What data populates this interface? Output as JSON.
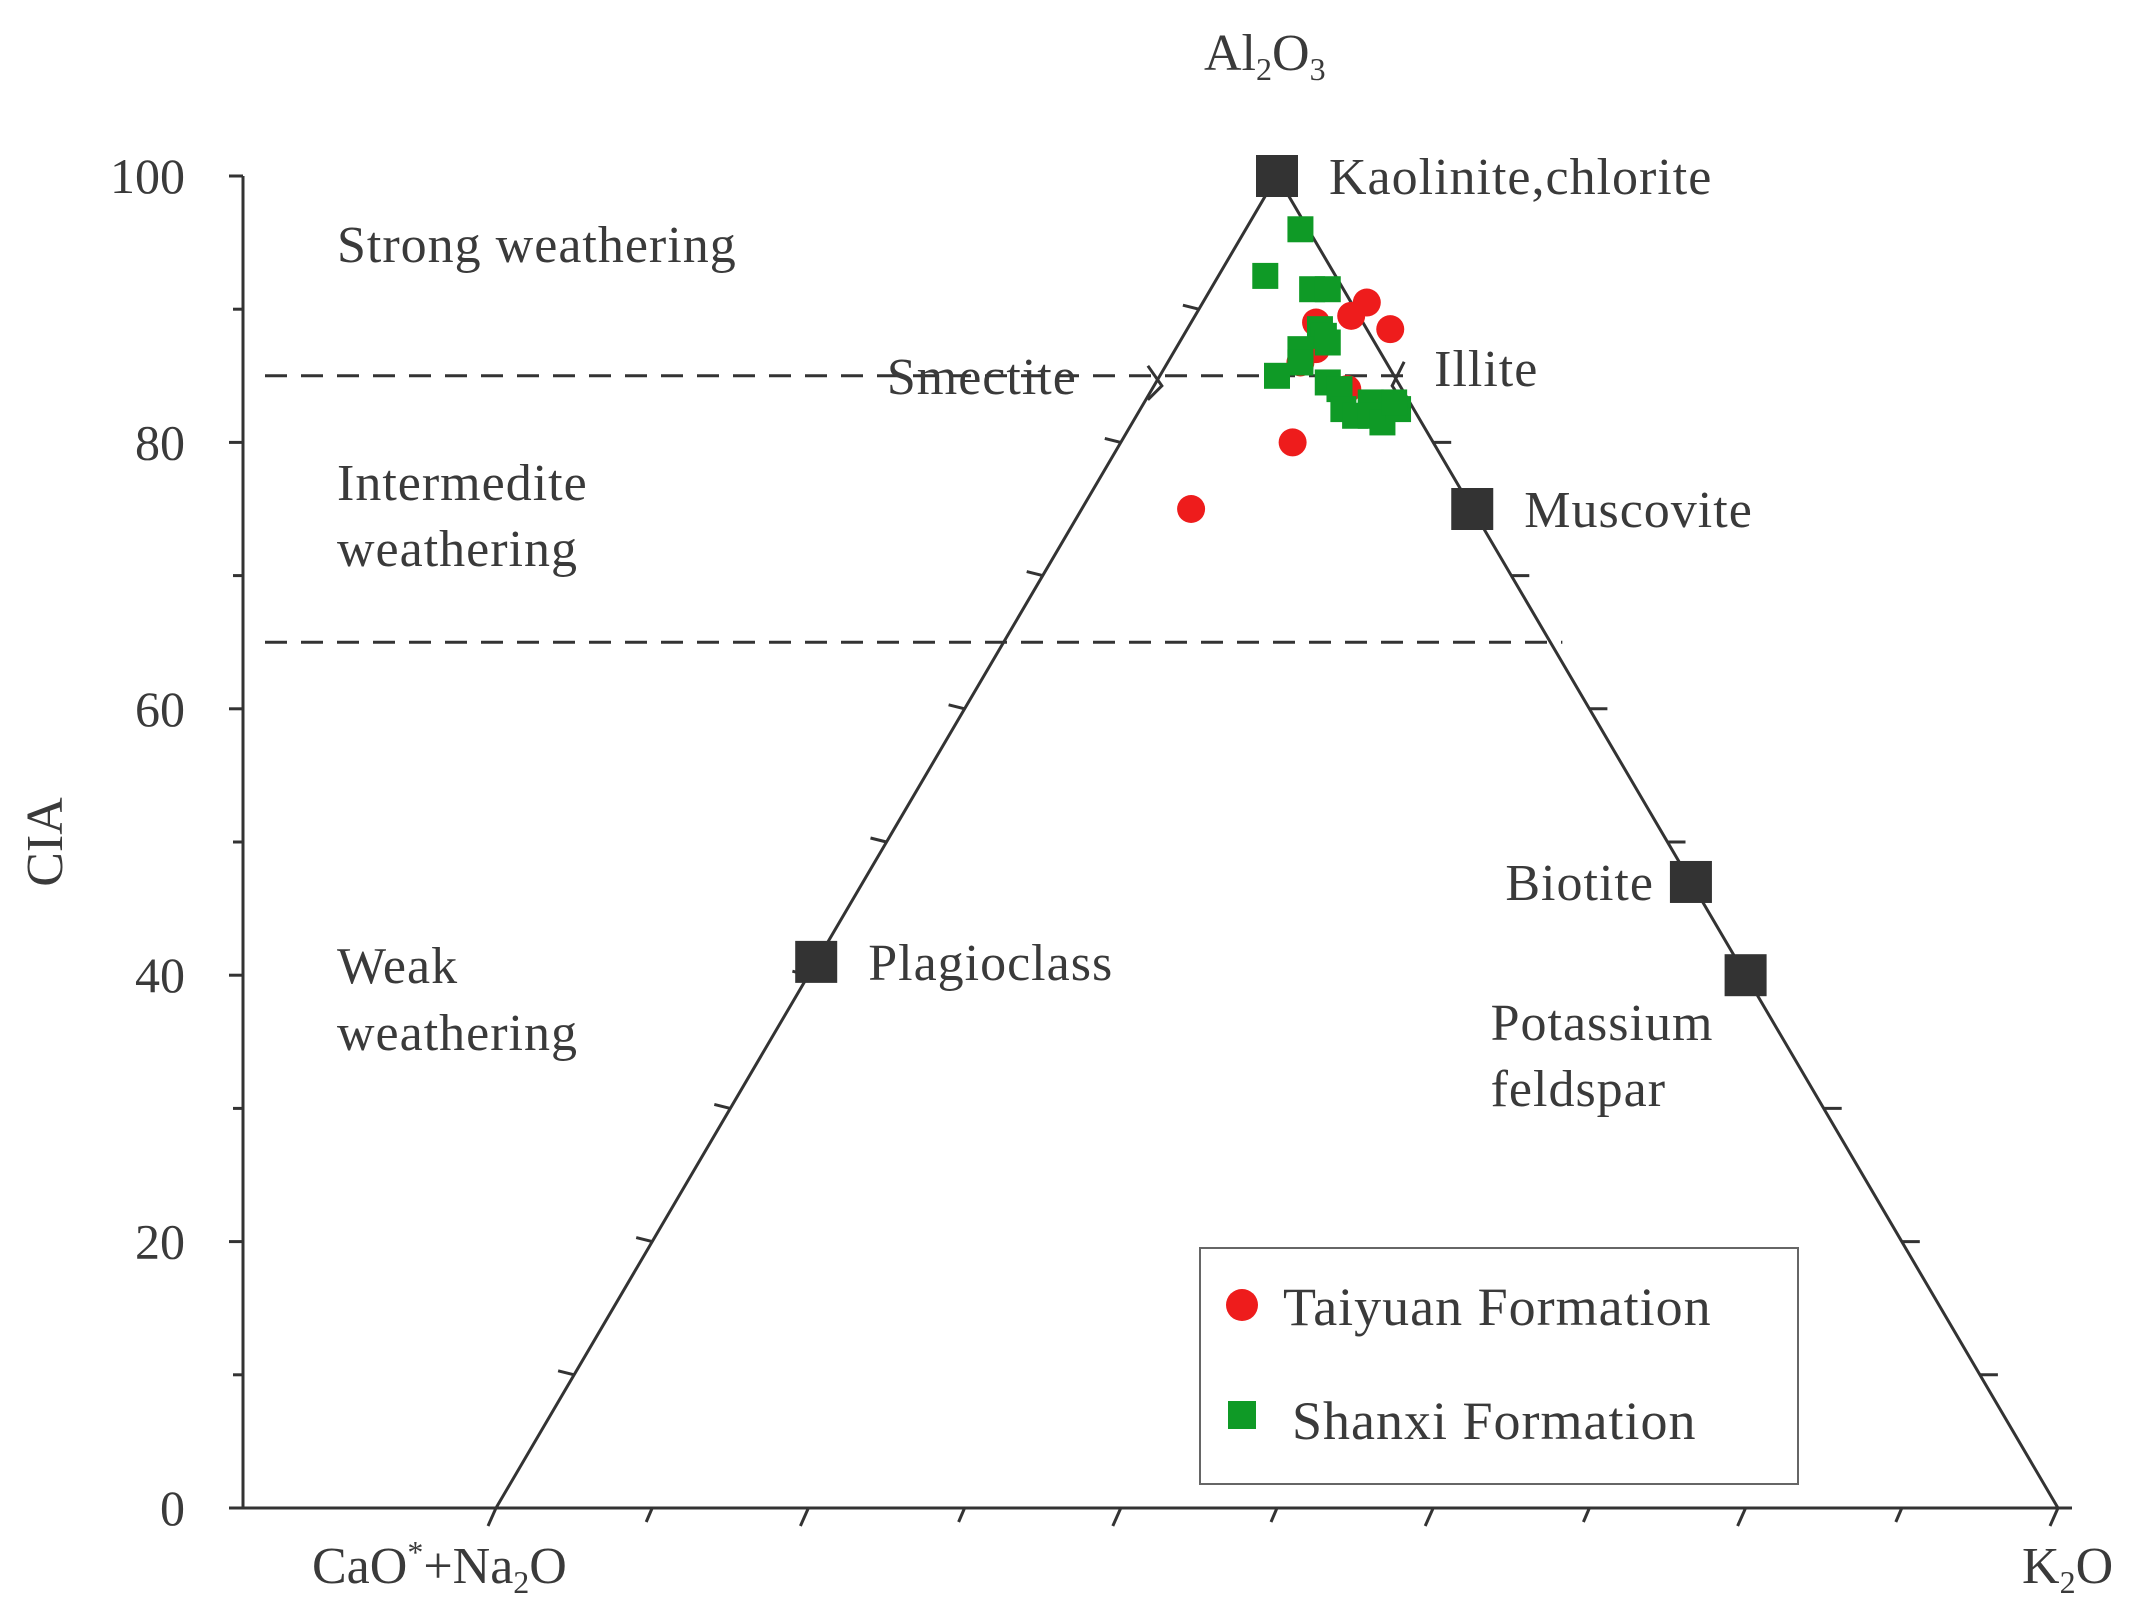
{
  "chart_data": {
    "type": "scatter",
    "subtype": "ternary A-CN-K diagram with CIA scale",
    "vertices": {
      "top": {
        "main": "Al",
        "sub1": "2",
        "mid": "O",
        "sub2": "3"
      },
      "left": {
        "p1": "CaO",
        "sup": "*",
        "p2": "+Na",
        "sub": "2",
        "p3": "O"
      },
      "right": {
        "main": "K",
        "sub": "2",
        "end": "O"
      }
    },
    "ylabel": "CIA",
    "ylim": [
      0,
      100
    ],
    "yticks": [
      "0",
      "20",
      "40",
      "60",
      "80",
      "100"
    ],
    "zones": [
      {
        "lines": [
          "Strong weathering"
        ],
        "range": [
          85,
          100
        ]
      },
      {
        "lines": [
          "Intermedite",
          "weathering"
        ],
        "range": [
          65,
          85
        ]
      },
      {
        "lines": [
          "Weak",
          "weathering"
        ],
        "range": [
          0,
          65
        ]
      }
    ],
    "zone_boundaries": [
      85,
      65,
      0
    ],
    "minerals": [
      {
        "name": "Kaolinite,chlorite",
        "A": 100,
        "CN": 0,
        "K": 0
      },
      {
        "name": "Smectite",
        "A": 85,
        "CN": 15,
        "K": 0
      },
      {
        "name": "Illite",
        "A": 85,
        "CN": 0,
        "K": 15
      },
      {
        "name": "Muscovite",
        "A": 75,
        "CN": 0,
        "K": 25
      },
      {
        "name": "Biotite",
        "A": 47,
        "CN": 0,
        "K": 53
      },
      {
        "name": "Potassium feldspar",
        "lines": [
          "Potassium",
          "feldspar"
        ],
        "A": 40,
        "CN": 0,
        "K": 60
      },
      {
        "name": "Plagioclass",
        "A": 41,
        "CN": 59,
        "K": 0
      }
    ],
    "series": [
      {
        "name": "Taiyuan Formation",
        "color": "#ee1c1c",
        "marker": "circle",
        "points": [
          {
            "A": 89.0,
            "K": 8.0
          },
          {
            "A": 90.5,
            "K": 10.5
          },
          {
            "A": 89.5,
            "K": 10.0
          },
          {
            "A": 88.5,
            "K": 13.0
          },
          {
            "A": 87.0,
            "K": 9.0
          },
          {
            "A": 86.0,
            "K": 8.5
          },
          {
            "A": 84.0,
            "K": 12.5
          },
          {
            "A": 80.0,
            "K": 11.0
          },
          {
            "A": 75.0,
            "K": 7.0
          }
        ]
      },
      {
        "name": "Shanxi Formation",
        "color": "#0f9a26",
        "marker": "square",
        "points": [
          {
            "A": 96.0,
            "K": 3.5
          },
          {
            "A": 92.5,
            "K": 3.0
          },
          {
            "A": 91.5,
            "K": 6.5
          },
          {
            "A": 91.5,
            "K": 7.5
          },
          {
            "A": 88.5,
            "K": 8.5
          },
          {
            "A": 88.0,
            "K": 9.0
          },
          {
            "A": 87.5,
            "K": 9.5
          },
          {
            "A": 87.0,
            "K": 8.0
          },
          {
            "A": 86.0,
            "K": 8.5
          },
          {
            "A": 85.0,
            "K": 7.5
          },
          {
            "A": 84.5,
            "K": 11.0
          },
          {
            "A": 84.0,
            "K": 12.0
          },
          {
            "A": 83.0,
            "K": 14.5
          },
          {
            "A": 82.5,
            "K": 13.0
          },
          {
            "A": 82.0,
            "K": 14.0
          },
          {
            "A": 82.0,
            "K": 15.0
          },
          {
            "A": 81.5,
            "K": 16.0
          },
          {
            "A": 82.5,
            "K": 16.5
          },
          {
            "A": 83.0,
            "K": 16.0
          }
        ]
      }
    ],
    "legend": {
      "position": "bottom-right"
    }
  }
}
